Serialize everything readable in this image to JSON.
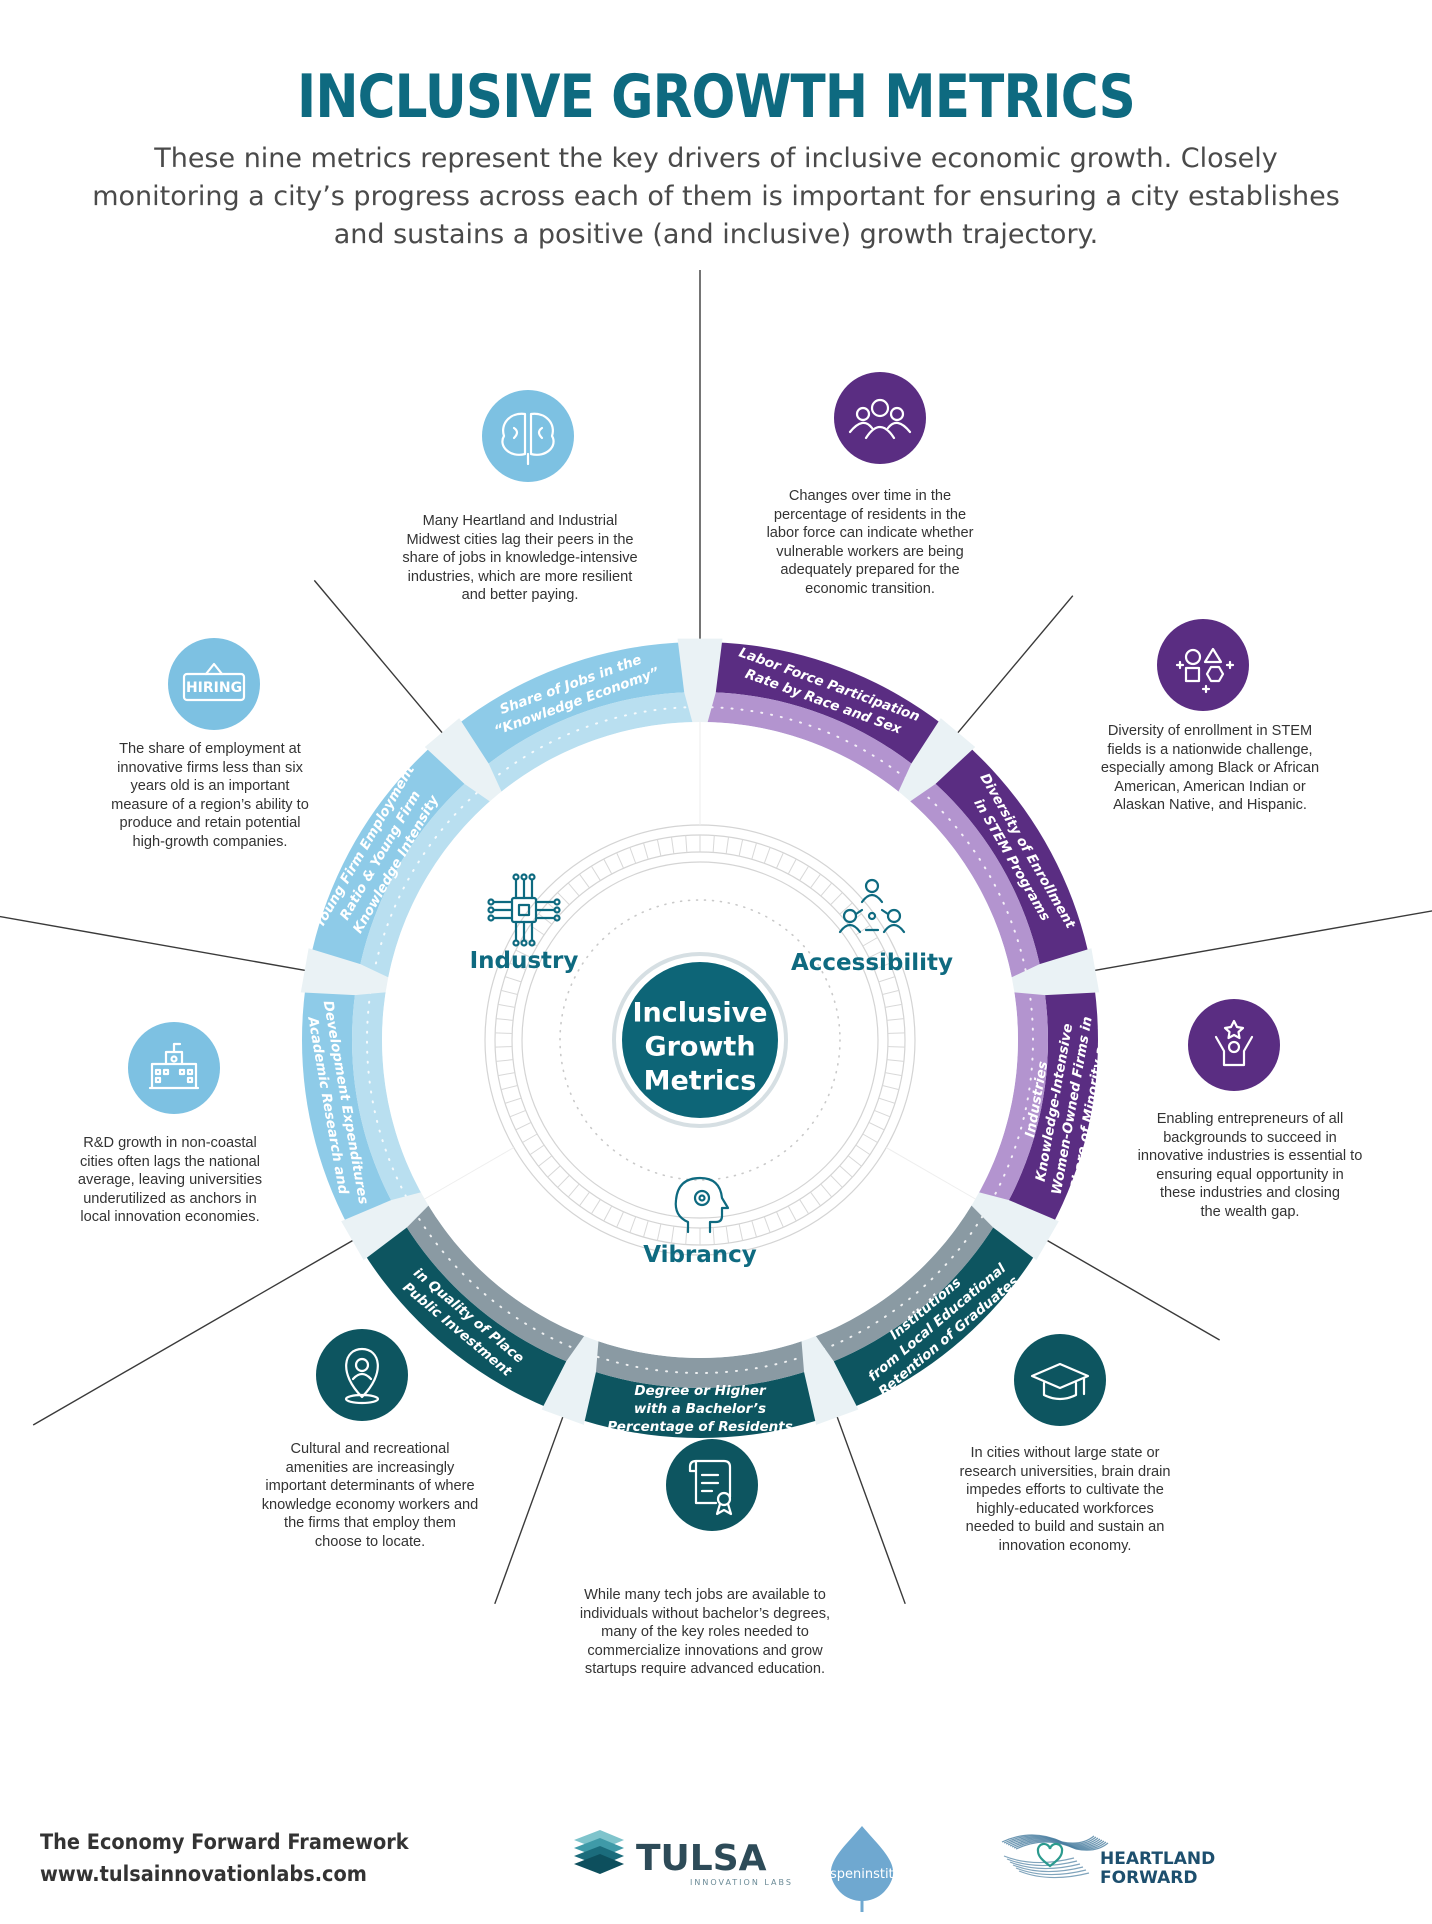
{
  "title": "INCLUSIVE GROWTH METRICS",
  "intro": "These nine metrics represent the key drivers of inclusive economic growth. Closely monitoring a city’s progress across each of them is important for ensuring a city establishes and sustains a positive (and inclusive) growth trajectory.",
  "center": {
    "lines": [
      "Inclusive",
      "Growth",
      "Metrics"
    ]
  },
  "categories": {
    "industry": "Industry",
    "accessibility": "Accessibility",
    "vibrancy": "Vibrancy"
  },
  "colors": {
    "teal_title": "#0e6a80",
    "industry": "#7dc1e2",
    "accessibility": "#5a2d82",
    "vibrancy": "#0d5560"
  },
  "metrics": [
    {
      "lines": [
        "Share of Jobs in the",
        "“Knowledge Economy”"
      ],
      "icon": "brain-icon",
      "desc": [
        "Many Heartland and Industrial",
        "Midwest cities lag their peers in the",
        "share of jobs in knowledge-intensive",
        "industries, which are more resilient",
        "and better paying."
      ]
    },
    {
      "lines": [
        "Labor Force Participation",
        "Rate by Race and Sex"
      ],
      "icon": "people-group-icon",
      "desc": [
        "Changes over time in the",
        "percentage of residents in the",
        "labor force can indicate whether",
        "vulnerable workers are being",
        "adequately prepared for the",
        "economic transition."
      ]
    },
    {
      "lines": [
        "Diversity of Enrollment",
        "in STEM Programs"
      ],
      "icon": "shapes-icon",
      "desc": [
        "Diversity of enrollment in STEM",
        "fields is a nationwide challenge,",
        "especially among Black or African",
        "American, American Indian or",
        "Alaskan Native, and Hispanic."
      ]
    },
    {
      "lines": [
        "Share of Minority and",
        "Women-Owned Firms in",
        "Knowledge-Intensive",
        "Industries"
      ],
      "icon": "star-person-icon",
      "desc": [
        "Enabling entrepreneurs of all",
        "backgrounds to succeed in",
        "innovative industries is essential to",
        "ensuring equal opportunity in",
        "these industries and closing",
        "the wealth gap."
      ]
    },
    {
      "lines": [
        "Retention of Graduates",
        "from Local Educational",
        "Institutions"
      ],
      "icon": "graduation-cap-icon",
      "desc": [
        "In cities without large state or",
        "research universities, brain drain",
        "impedes efforts to cultivate the",
        "highly-educated workforces",
        "needed to build and sustain an",
        "innovation economy."
      ]
    },
    {
      "lines": [
        "Percentage of Residents",
        "with a Bachelor’s",
        "Degree or Higher"
      ],
      "icon": "diploma-icon",
      "desc": [
        "While many tech jobs are available to",
        "individuals without bachelor’s degrees,",
        "many of the key roles needed to",
        "commercialize innovations and grow",
        "startups require advanced education."
      ]
    },
    {
      "lines": [
        "Public Investment",
        "in Quality of Place"
      ],
      "icon": "location-pin-icon",
      "desc": [
        "Cultural and recreational",
        "amenities are increasingly",
        "important determinants of where",
        "knowledge economy workers and",
        "the firms that employ them",
        "choose to locate."
      ]
    },
    {
      "lines": [
        "Academic Research and",
        "Development Expenditures"
      ],
      "icon": "university-icon",
      "desc": [
        "R&D growth in non-coastal",
        "cities often lags the national",
        "average, leaving universities",
        "underutilized as anchors in",
        "local innovation economies."
      ]
    },
    {
      "lines": [
        "Young Firm Employment",
        "Ratio & Young Firm",
        "Knowledge Intensity"
      ],
      "icon": "hiring-sign-icon",
      "icon_text": "HIRING",
      "desc": [
        "The share of employment at",
        "innovative firms less than six",
        "years old is an important",
        "measure of a region’s ability to",
        "produce and retain potential",
        "high-growth companies."
      ]
    }
  ],
  "footer": {
    "title": "The Economy Forward Framework",
    "url": "www.tulsainnovationlabs.com"
  },
  "logos": {
    "tulsa": {
      "name": "TULSA",
      "sub": "INNOVATION LABS"
    },
    "aspen": {
      "name": "aspeninstitute"
    },
    "heartland": {
      "line1": "HEARTLAND",
      "line2": "FORWARD"
    }
  }
}
